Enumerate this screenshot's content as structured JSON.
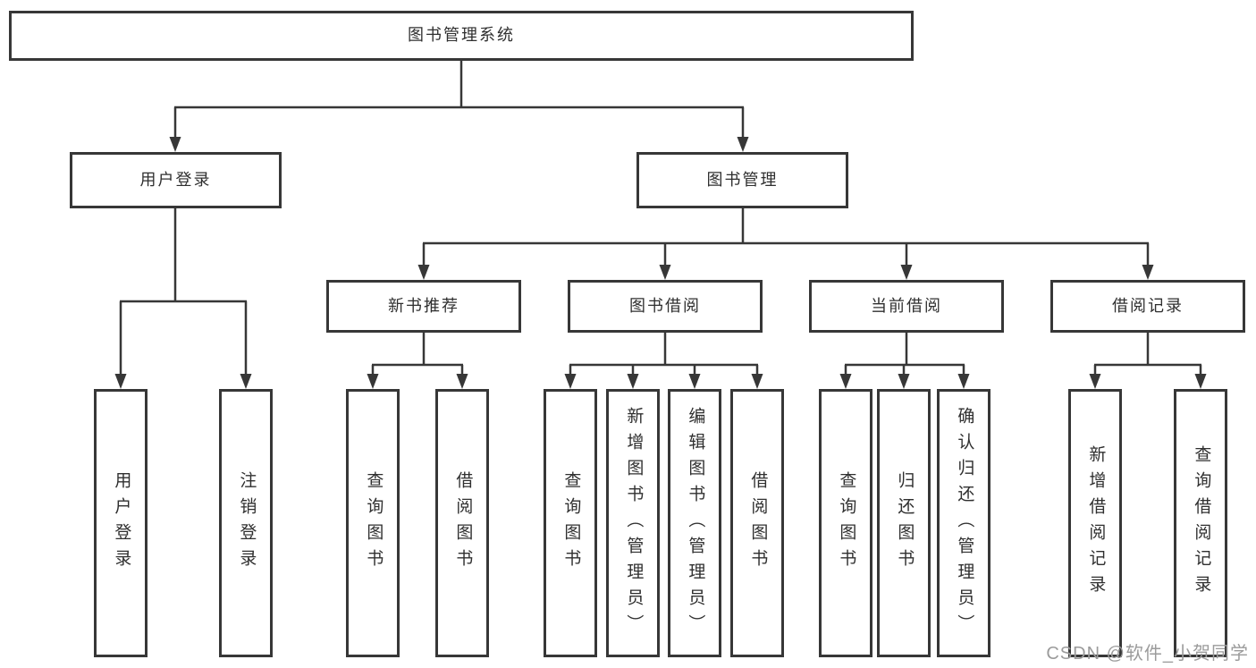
{
  "tree": {
    "label": "图书管理系统",
    "children": [
      {
        "label": "用户登录",
        "children": [
          {
            "label": "用户登录"
          },
          {
            "label": "注销登录"
          }
        ]
      },
      {
        "label": "图书管理",
        "children": [
          {
            "label": "新书推荐",
            "children": [
              {
                "label": "查询图书"
              },
              {
                "label": "借阅图书"
              }
            ]
          },
          {
            "label": "图书借阅",
            "children": [
              {
                "label": "查询图书"
              },
              {
                "label": "新增图书（管理员）"
              },
              {
                "label": "编辑图书（管理员）"
              },
              {
                "label": "借阅图书"
              }
            ]
          },
          {
            "label": "当前借阅",
            "children": [
              {
                "label": "查询图书"
              },
              {
                "label": "归还图书"
              },
              {
                "label": "确认归还（管理员）"
              }
            ]
          },
          {
            "label": "借阅记录",
            "children": [
              {
                "label": "新增借阅记录"
              },
              {
                "label": "查询借阅记录"
              }
            ]
          }
        ]
      }
    ]
  },
  "watermark": {
    "text": "CSDN @软件_小贺同学"
  },
  "colors": {
    "line": "#373737",
    "box_border": "#373737",
    "box_background": "#ffffff",
    "page_background": "#ffffff",
    "watermark": "#9b9b9b"
  }
}
